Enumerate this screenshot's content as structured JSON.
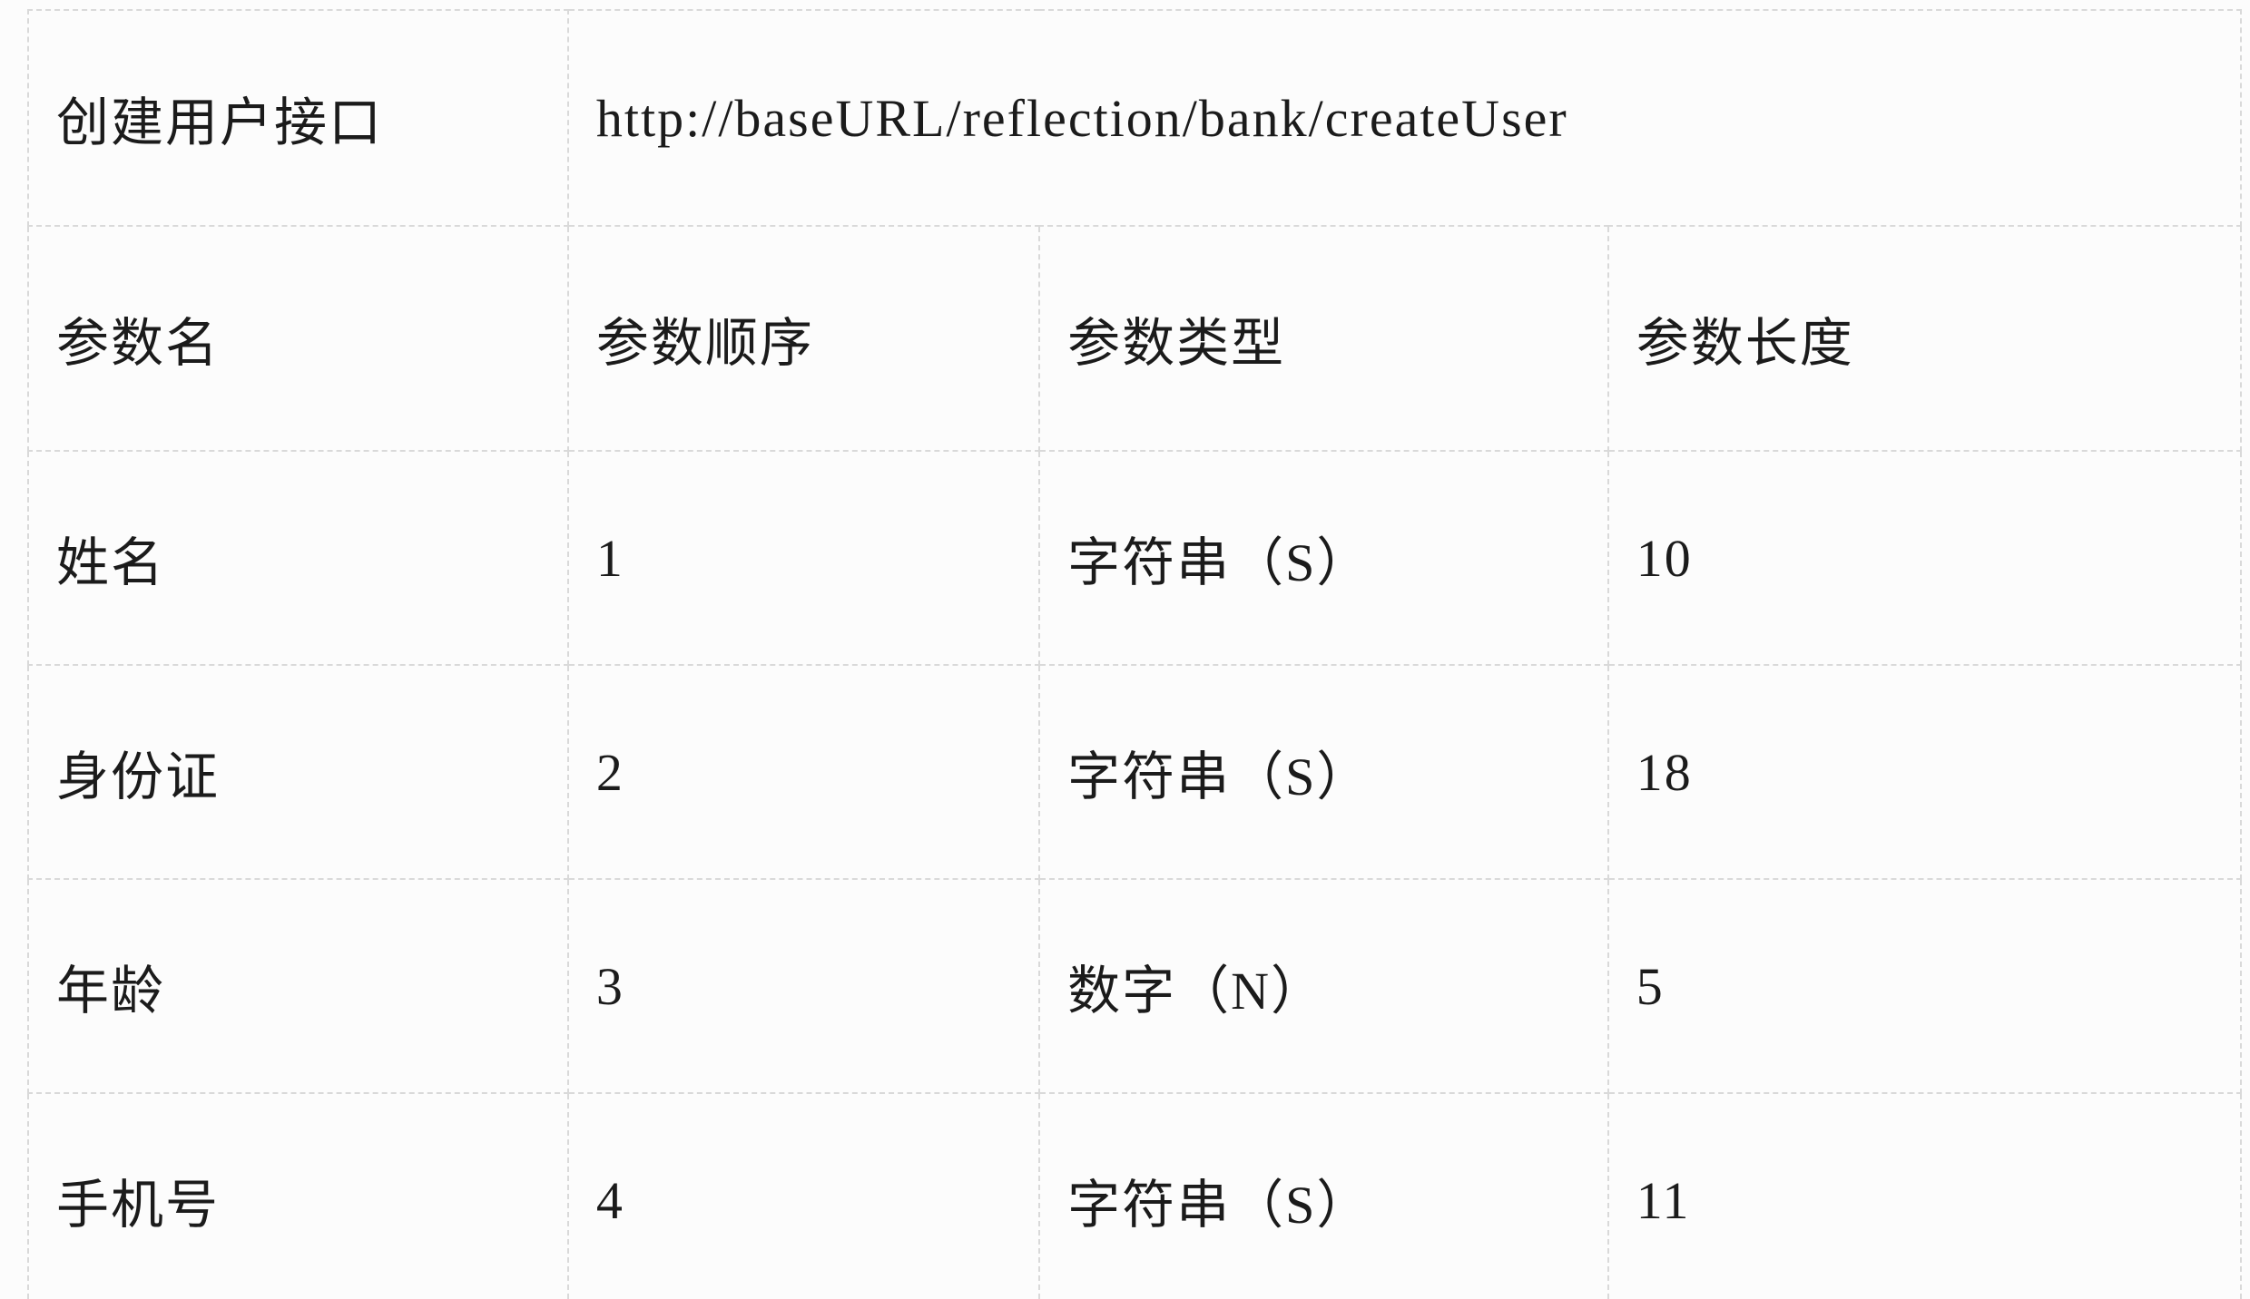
{
  "colors": {
    "background": "#fcfcfc",
    "border": "#d9d9d9",
    "text": "#1b1b1b"
  },
  "api_row": {
    "label": "创建用户接口",
    "url": "http://baseURL/reflection/bank/createUser"
  },
  "table": {
    "headers": {
      "name": "参数名",
      "order": "参数顺序",
      "type": "参数类型",
      "length": "参数长度"
    },
    "rows": [
      {
        "name": "姓名",
        "order": "1",
        "type": "字符串（S）",
        "length": "10"
      },
      {
        "name": "身份证",
        "order": "2",
        "type": "字符串（S）",
        "length": "18"
      },
      {
        "name": "年龄",
        "order": "3",
        "type": "数字（N）",
        "length": "5"
      },
      {
        "name": "手机号",
        "order": "4",
        "type": "字符串（S）",
        "length": "11"
      }
    ]
  }
}
